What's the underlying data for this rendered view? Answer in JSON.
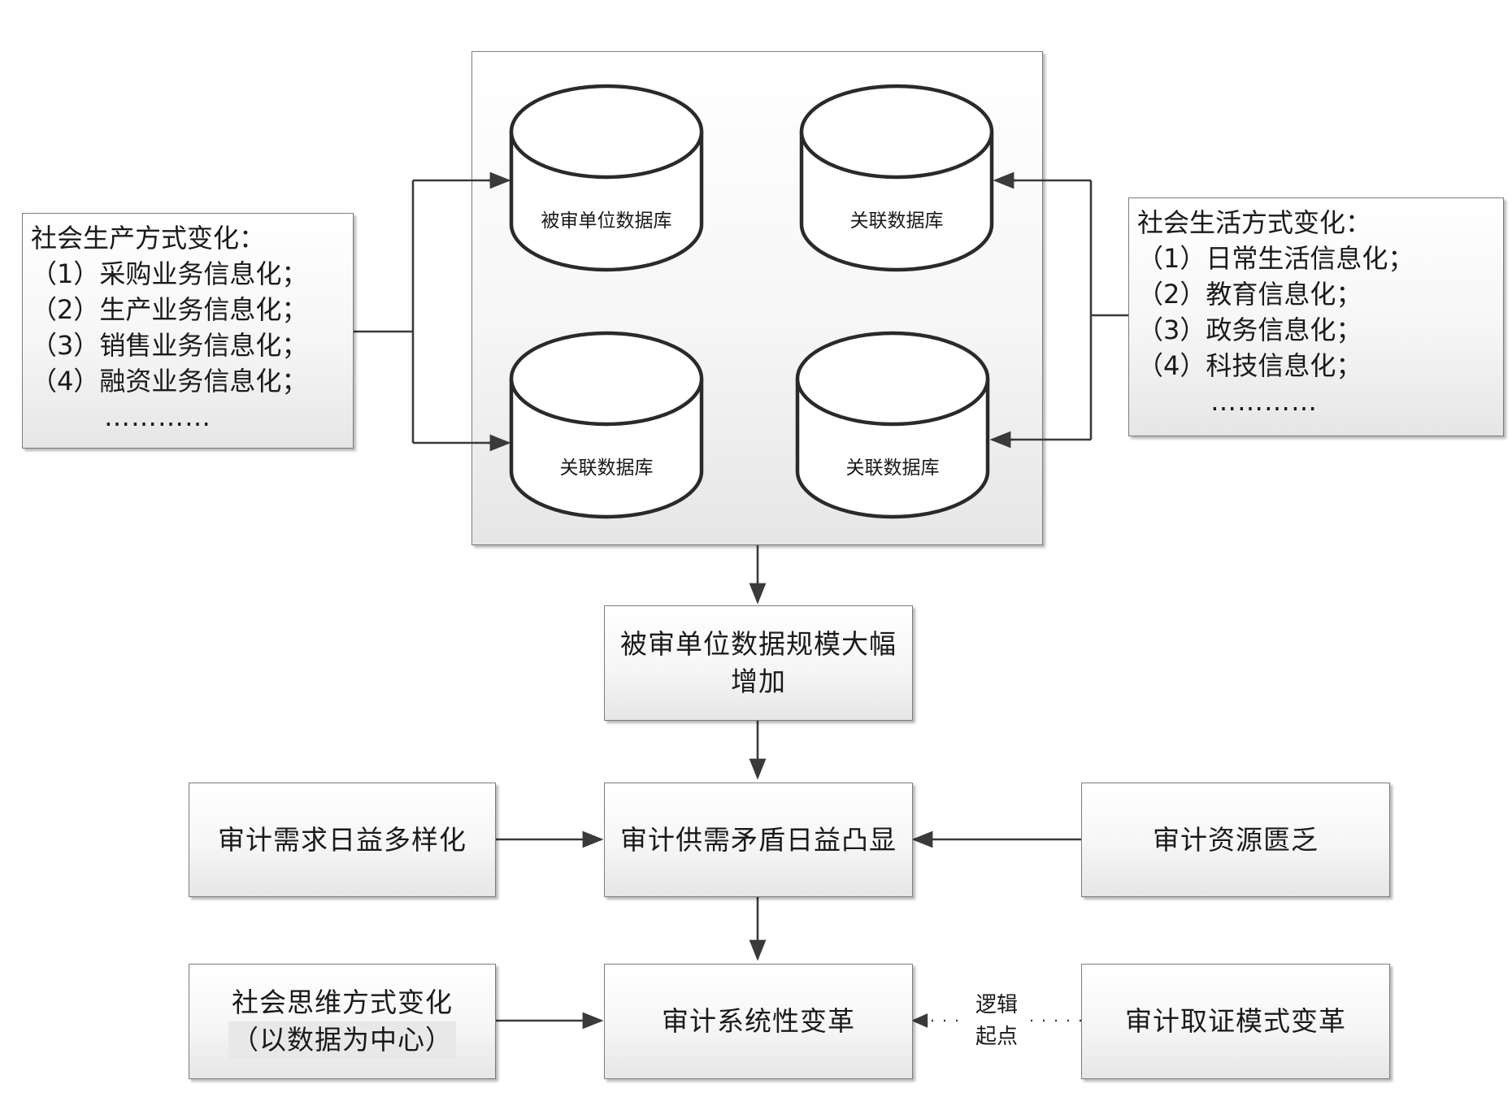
{
  "left_panel": {
    "title": "社会生产方式变化：",
    "items": [
      "（1）采购业务信息化；",
      "（2）生产业务信息化；",
      "（3）销售业务信息化；",
      "（4）融资业务信息化；"
    ],
    "ellipsis": "…………"
  },
  "right_panel": {
    "title": "社会生活方式变化：",
    "items": [
      "（1）日常生活信息化；",
      "（2）教育信息化；",
      "（3）政务信息化；",
      "（4）科技信息化；"
    ],
    "ellipsis": "…………"
  },
  "databases": {
    "top_left": "被审单位数据库",
    "top_right": "关联数据库",
    "bottom_left": "关联数据库",
    "bottom_right": "关联数据库"
  },
  "nodes": {
    "data_growth_line1": "被审单位数据规模大幅",
    "data_growth_line2": "增加",
    "contradiction": "审计供需矛盾日益凸显",
    "diverse_demand": "审计需求日益多样化",
    "resource_shortage": "审计资源匮乏",
    "systematic_reform": "审计系统性变革",
    "thinking_change_line1": "社会思维方式变化",
    "thinking_change_line2": "（以数据为中心）",
    "evidence_reform": "审计取证模式变革",
    "logic_label_line1": "逻辑",
    "logic_label_line2": "起点"
  },
  "colors": {
    "stroke": "#3a3a3a",
    "box_border": "#7c7c7c",
    "box_fill_top": "#ffffff",
    "box_fill_bottom": "#e6e6e6"
  }
}
